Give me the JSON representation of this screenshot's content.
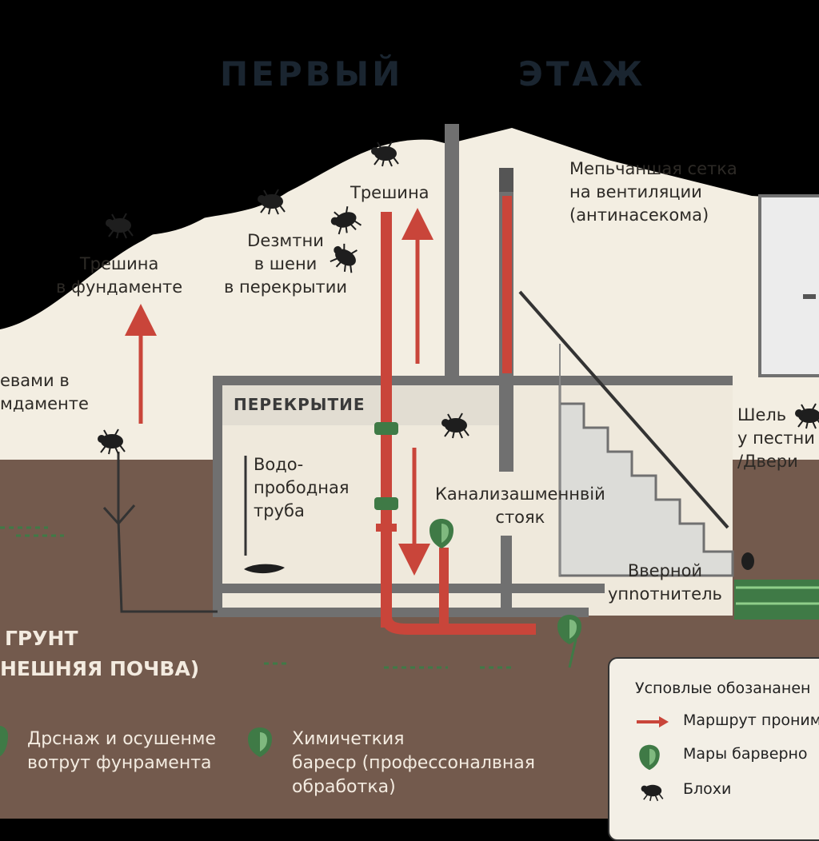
{
  "floor_title": {
    "left": "ПЕРВЫЙ",
    "right": "ЭТАЖ"
  },
  "labels": {
    "crack_foundation": [
      "Трешина",
      "в фундаменте"
    ],
    "gaps_foundation": [
      "евами в",
      "мдаменте"
    ],
    "gaps_floor": [
      "Dезмтни",
      "в шени",
      "в перекрытии"
    ],
    "crack_top": "Трешина",
    "vent_mesh": [
      "Мепьчаншая сетка",
      "на вентиляции",
      "(антинасекома)"
    ],
    "slab": "ПЕРЕКРЫТИЕ",
    "water_pipe": [
      "Водо-",
      "прободная",
      "труба"
    ],
    "sewer_riser": [
      "Канализашменнвій",
      "стояк"
    ],
    "door_gap": [
      "Шель",
      "у пестни",
      "/Двери"
    ],
    "door_seal": [
      "Вверной",
      "упnотнитель"
    ],
    "ground": [
      "ГРУНТ",
      "НЕШНЯЯ ПОЧВА)"
    ],
    "drainage": [
      "Дрснаж и осушенме",
      "вотрут фунрамента"
    ],
    "chem_barrier": [
      "Химичеткия",
      "баресp (профессоналвная",
      "обработка)"
    ]
  },
  "legend": {
    "title": "Усповлые обозананен",
    "items": [
      {
        "icon": "red-arrow-icon",
        "label": "Маршрут проним"
      },
      {
        "icon": "green-shield-icon",
        "label": "Мары барверно"
      },
      {
        "icon": "flea-icon",
        "label": "Блохи"
      }
    ]
  },
  "colors": {
    "background_dark": "#000000",
    "interior": "#f3eee2",
    "ground": "#735a4d",
    "wall": "#707070",
    "pipe_red": "#c9453a",
    "barrier_green": "#3f7a46",
    "text_dark": "#2d2a26",
    "text_light": "#f3ebe0"
  }
}
